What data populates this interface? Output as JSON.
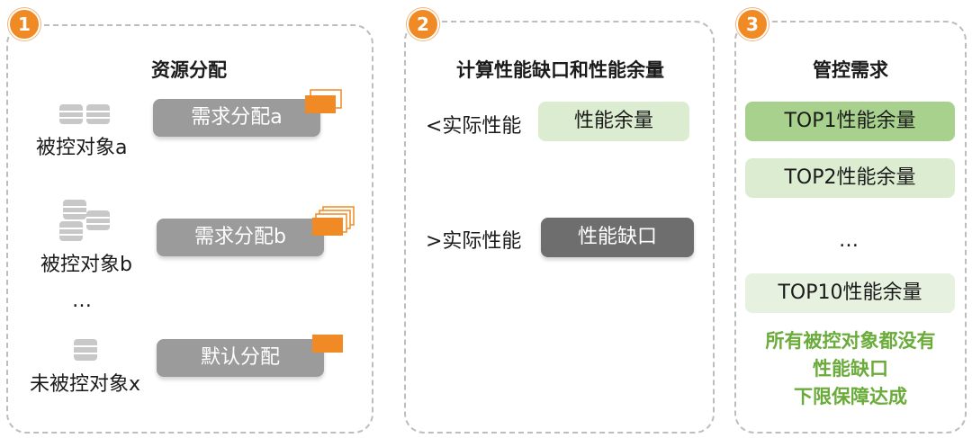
{
  "colors": {
    "badge": "#f08a24",
    "gray_button": "#9b9b9b",
    "dark_button": "#6e6e6e",
    "green_strong": "#a9d18e",
    "green_light": "#dcecd1",
    "result_text": "#6aab3a",
    "flag": "#f08a24"
  },
  "panel1": {
    "badge": "1",
    "title": "资源分配",
    "object_a": "被控对象a",
    "demand_a": "需求分配a",
    "object_b": "被控对象b",
    "demand_b": "需求分配b",
    "ellipsis": "…",
    "object_x": "未被控对象x",
    "default_alloc": "默认分配"
  },
  "panel2": {
    "badge": "2",
    "title": "计算性能缺口和性能余量",
    "less_than": "<实际性能",
    "surplus": "性能余量",
    "greater_than": ">实际性能",
    "gap": "性能缺口"
  },
  "panel3": {
    "badge": "3",
    "title": "管控需求",
    "top1": "TOP1性能余量",
    "top2": "TOP2性能余量",
    "ellipsis": "…",
    "top10": "TOP10性能余量",
    "result_line1": "所有被控对象都没有",
    "result_line2": "性能缺口",
    "result_line3": "下限保障达成"
  }
}
